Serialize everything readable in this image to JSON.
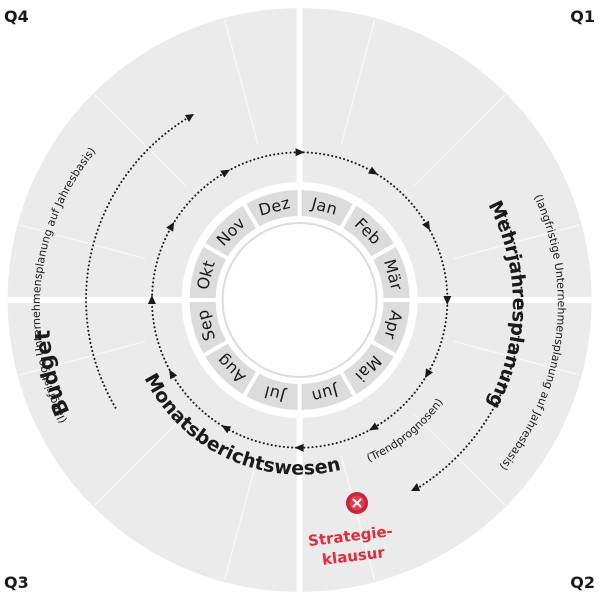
{
  "quarters": {
    "q1": "Q1",
    "q2": "Q2",
    "q3": "Q3",
    "q4": "Q4"
  },
  "months": [
    "Jan",
    "Feb",
    "Mär",
    "Apr",
    "Mai",
    "Jun",
    "Jul",
    "Aug",
    "Sep",
    "Okt",
    "Nov",
    "Dez"
  ],
  "cycles": {
    "budget": {
      "title": "Budget",
      "subtitle": "(langfristige Unternehmensplanung auf Jahresbasis)"
    },
    "mehrjahresplanung": {
      "title": "Mehrjahresplanung",
      "subtitle": "(langfristige Unternehmensplanung auf Jahresbasis)"
    },
    "monatsberichtswesen": {
      "title": "Monatsberichtswesen",
      "note": "(Trendprognosen)"
    }
  },
  "event": {
    "label_line1": "Strategie-",
    "label_line2": "klausur",
    "icon": "close-icon",
    "color": "#e02b3a"
  },
  "colors": {
    "disk": "#ebebeb",
    "ring": "#dcdcdc",
    "separator": "#ffffff",
    "text": "#1a1a1a"
  }
}
